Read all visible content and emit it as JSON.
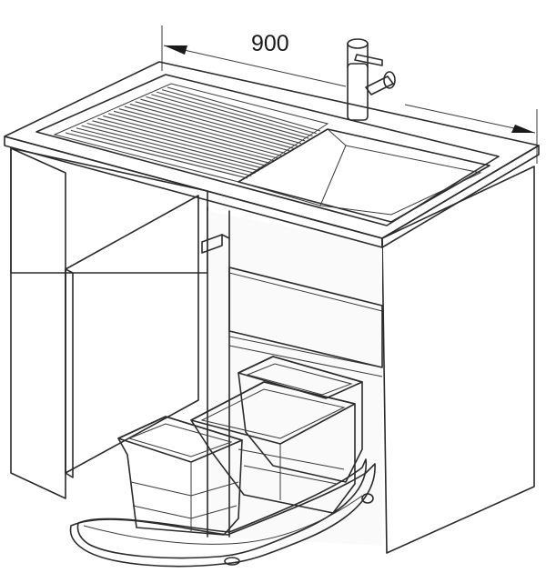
{
  "illustration": {
    "dimension": {
      "width_label": "900"
    },
    "colors": {
      "line": "#2b2b2b",
      "panel_fill": "#ffffff",
      "sink_fill": "#f4f4f4",
      "shade_fill": "#e6e6e6",
      "bin_fill": "#dcdcdc",
      "tray_fill": "#cfcfcf"
    },
    "components": [
      "cabinet",
      "sink-top",
      "drainboard",
      "sink-basin",
      "faucet",
      "open-door",
      "door-hinge",
      "drawer-front",
      "corner-carousel-tray",
      "waste-bin-front",
      "waste-bin-middle",
      "waste-bin-back"
    ]
  }
}
